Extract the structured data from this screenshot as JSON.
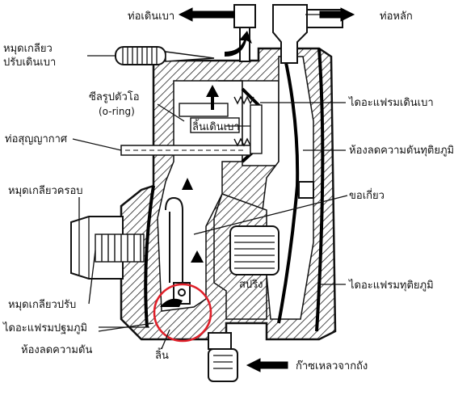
{
  "labels": {
    "idle_tube": "ท่อเดินเบา",
    "main_tube": "ท่อหลัก",
    "idle_adjust_screw": "หมุดเกลียว\nปรับเดินเบา",
    "oring_seal": "ซีลรูปตัวโอ",
    "oring_paren": "(o-ring)",
    "idle_valve": "ลิ้นเดินเบา",
    "idle_diaphragm": "ไดอะแฟรมเดินเบา",
    "vacuum_tube": "ท่อสุญญากาศ",
    "secondary_chamber": "ห้องลดความดันทุติยภูมิ",
    "cover_screw": "หมุดเกลียวครอบ",
    "hook": "ขอเกี่ยว",
    "spring": "สปริง",
    "adjust_screw": "หมุดเกลียวปรับ",
    "secondary_diaphragm": "ไดอะแฟรมทุติยภูมิ",
    "primary_diaphragm": "ไดอะแฟรมปฐมภูมิ",
    "primary_chamber": "ห้องลดความดัน",
    "valve": "ลิ้น",
    "lpg_from_tank": "ก๊าซเหลวจากถัง"
  },
  "colors": {
    "line": "#111111",
    "highlight_circle": "#e0202a",
    "background": "#ffffff"
  }
}
